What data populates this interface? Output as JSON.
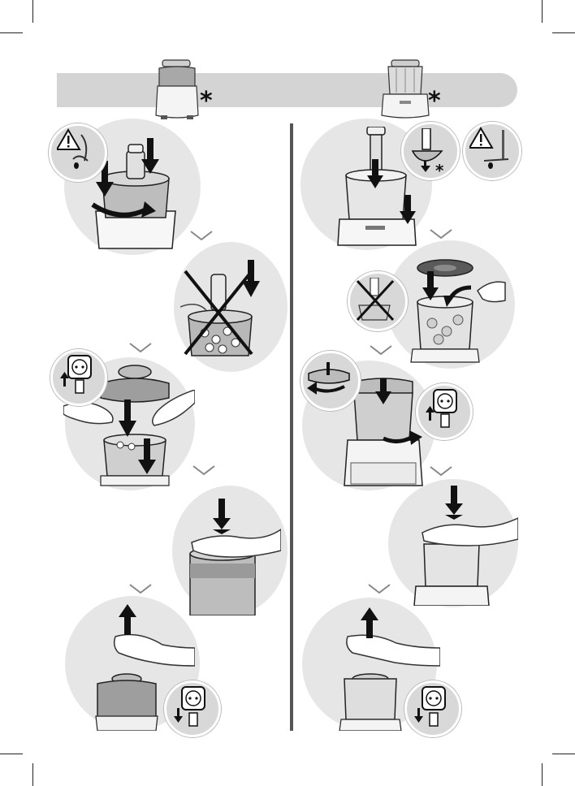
{
  "header": {
    "asterisk_left": "*",
    "asterisk_right": "*"
  },
  "left_column": {
    "steps": [
      {
        "id": 1,
        "icons": [
          "warning-badge",
          "bowl-assembly",
          "rotate-arrow",
          "press-down-arrows"
        ]
      },
      {
        "id": 2,
        "icons": [
          "cross-out-mark",
          "press-down-arrow"
        ]
      },
      {
        "id": 3,
        "icons": [
          "plug-in-badge",
          "lid-placement",
          "press-down-arrows"
        ]
      },
      {
        "id": 4,
        "icons": [
          "hand-press",
          "press-down-arrow"
        ]
      },
      {
        "id": 5,
        "icons": [
          "hand-lift",
          "up-arrow",
          "unplug-badge"
        ]
      }
    ]
  },
  "right_column": {
    "steps": [
      {
        "id": 1,
        "icons": [
          "chopper-assembly",
          "blade-insert-badge",
          "warning-badge"
        ],
        "asterisk": "*"
      },
      {
        "id": 2,
        "icons": [
          "lid-placement",
          "cross-out-badge"
        ]
      },
      {
        "id": 3,
        "icons": [
          "lock-rotate-badge",
          "plug-in-badge",
          "rotate-arrow"
        ]
      },
      {
        "id": 4,
        "icons": [
          "hand-press",
          "press-down-arrow"
        ]
      },
      {
        "id": 5,
        "icons": [
          "hand-lift",
          "up-arrow",
          "unplug-badge"
        ]
      }
    ]
  },
  "colors": {
    "header_bar": "#d4d4d4",
    "step_circle": "#e6e6e6",
    "divider": "#555555",
    "ink": "#111111"
  }
}
